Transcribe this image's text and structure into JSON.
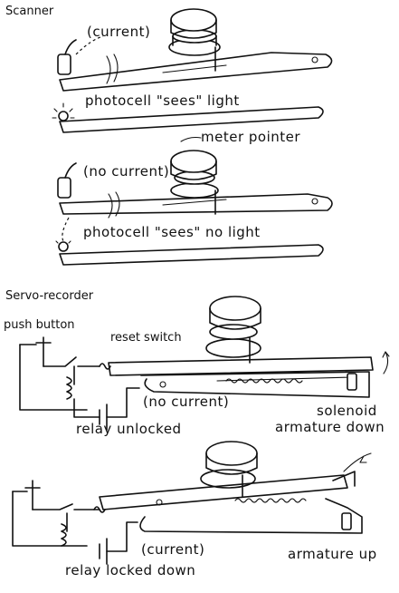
{
  "sections": {
    "scanner": "Scanner",
    "servo": "Servo-recorder"
  },
  "labels": {
    "current_1": "(current)",
    "photocell_light": "photocell \"sees\" light",
    "meter_pointer": "meter pointer",
    "no_current_1": "(no current)",
    "photocell_no_light": "photocell \"sees\" no light",
    "push_button": "push button",
    "reset_switch": "reset switch",
    "no_current_2": "(no current)",
    "solenoid": "solenoid",
    "armature_down": "armature down",
    "relay_unlocked": "relay unlocked",
    "current_2": "(current)",
    "armature_up": "armature up",
    "relay_locked": "relay locked down"
  }
}
